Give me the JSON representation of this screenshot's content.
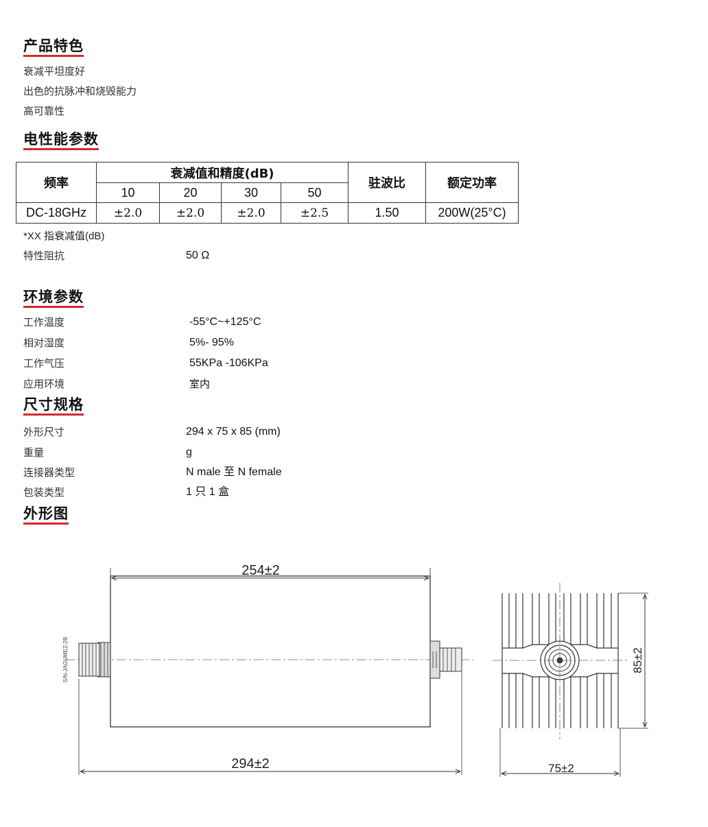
{
  "features": {
    "heading": "产品特色",
    "items": [
      "衰减平坦度好",
      "出色的抗脉冲和烧毁能力",
      "高可靠性"
    ]
  },
  "electrical": {
    "heading": "电性能参数",
    "table": {
      "freq_header": "频率",
      "atten_header": "衰减值和精度(dB)",
      "atten_values": [
        "10",
        "20",
        "30",
        "50"
      ],
      "vswr_header": "驻波比",
      "power_header": "额定功率",
      "freq": "DC-18GHz",
      "accuracy": [
        "±2.0",
        "±2.0",
        "±2.0",
        "±2.5"
      ],
      "vswr": "1.50",
      "power": "200W(25°C)"
    },
    "note": "*XX 指衰减值(dB)",
    "impedance_label": "特性阻抗",
    "impedance_value": "50 Ω"
  },
  "environment": {
    "heading": "环境参数",
    "rows": [
      {
        "label": "工作温度",
        "value": "-55°C~+125°C"
      },
      {
        "label": "相对湿度",
        "value": "5%- 95%"
      },
      {
        "label": "工作气压",
        "value": "55KPa -106KPa"
      },
      {
        "label": "应用环境",
        "value": "室内"
      }
    ]
  },
  "dimensions": {
    "heading": "尺寸规格",
    "rows": [
      {
        "label": "外形尺寸",
        "value": "294 x 75 x 85 (mm)"
      },
      {
        "label": "重量",
        "value": "g"
      },
      {
        "label": "连接器类型",
        "value": "N male 至 N female"
      },
      {
        "label": "包装类型",
        "value": "1 只 1 盒"
      }
    ]
  },
  "outline": {
    "heading": "外形图",
    "body_length": "254±2",
    "total_length": "294±2",
    "width": "75±2",
    "height": "85±2",
    "connector_label": "S/N-JAGUMEZ-2B"
  }
}
